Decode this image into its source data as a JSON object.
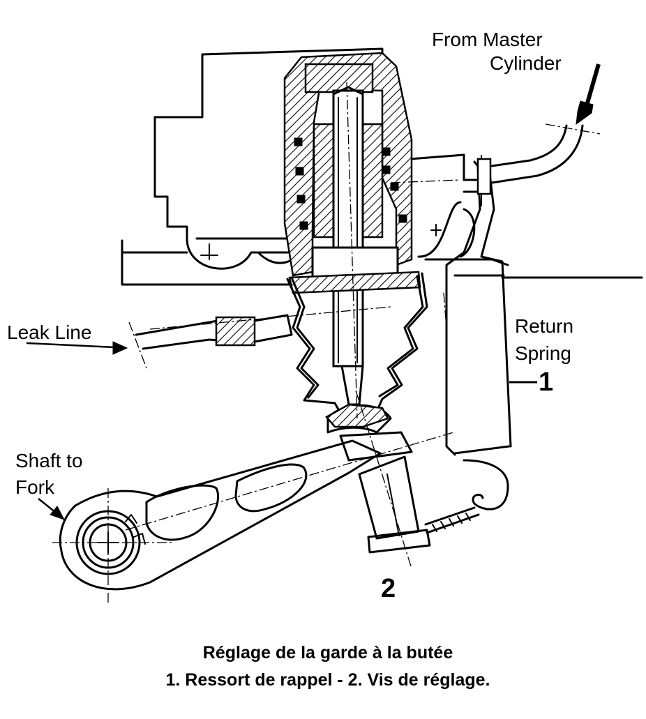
{
  "labels": {
    "from_master": [
      "From Master",
      "Cylinder"
    ],
    "leak_line": "Leak Line",
    "return_spring": [
      "Return",
      "Spring"
    ],
    "shaft_to_fork": [
      "Shaft to",
      "Fork"
    ],
    "callout_1": "1",
    "callout_2": "2"
  },
  "caption": {
    "line1": "Réglage de la garde à la butée",
    "line2": "1. Ressort de rappel - 2. Vis de réglage."
  }
}
